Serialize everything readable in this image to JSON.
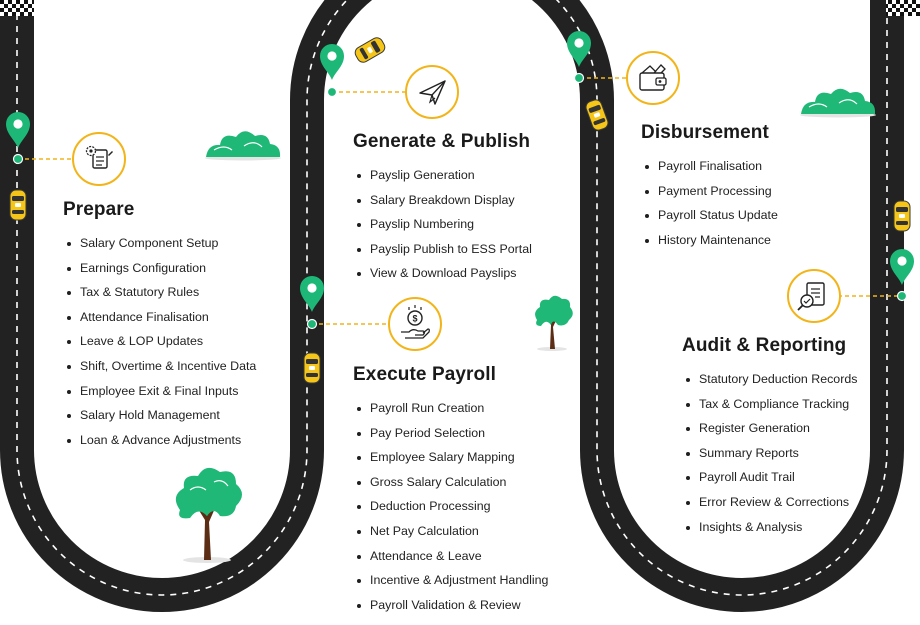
{
  "colors": {
    "road": "#222222",
    "lane": "#ffffff",
    "pin": "#1db877",
    "pin_line": "#f0b41e",
    "icon_ring": "#f2b418",
    "bush": "#1fb877",
    "tree_trunk": "#5a2d14",
    "taxi": "#f5c518"
  },
  "sections": [
    {
      "id": "prepare",
      "title": "Prepare",
      "icon": "gear-document-icon",
      "items": [
        "Salary Component Setup",
        "Earnings Configuration",
        "Tax & Statutory Rules",
        "Attendance Finalisation",
        "Leave & LOP Updates",
        "Shift, Overtime & Incentive Data",
        "Employee Exit & Final Inputs",
        "Salary Hold Management",
        "Loan & Advance Adjustments"
      ]
    },
    {
      "id": "generate",
      "title": "Generate & Publish",
      "icon": "paper-plane-icon",
      "items": [
        "Payslip Generation",
        "Salary Breakdown Display",
        "Payslip Numbering",
        "Payslip Publish to ESS Portal",
        "View & Download Payslips"
      ]
    },
    {
      "id": "execute",
      "title": "Execute Payroll",
      "icon": "money-hand-icon",
      "items": [
        "Payroll Run Creation",
        "Pay Period Selection",
        "Employee Salary Mapping",
        "Gross Salary Calculation",
        "Deduction Processing",
        "Net Pay Calculation",
        "Attendance & Leave",
        "Incentive & Adjustment Handling",
        "Payroll Validation & Review"
      ]
    },
    {
      "id": "disburse",
      "title": "Disbursement",
      "icon": "wallet-icon",
      "items": [
        "Payroll Finalisation",
        "Payment Processing",
        "Payroll Status Update",
        "History Maintenance"
      ]
    },
    {
      "id": "audit",
      "title": "Audit & Reporting",
      "icon": "audit-report-icon",
      "items": [
        "Statutory Deduction Records",
        "Tax & Compliance Tracking",
        "Register Generation",
        "Summary Reports",
        "Payroll Audit Trail",
        "Error Review & Corrections",
        "Insights & Analysis"
      ]
    }
  ]
}
